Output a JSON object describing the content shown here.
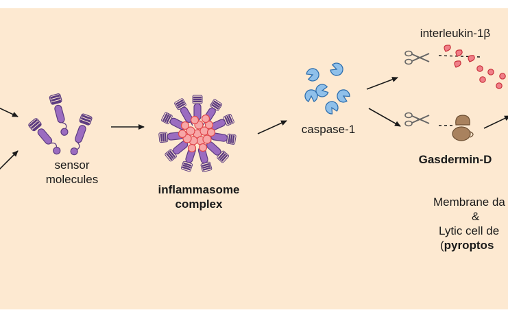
{
  "labels": {
    "sensor_line1": "sensor",
    "sensor_line2": "molecules",
    "inflammasome_line1": "inflammasome",
    "inflammasome_line2": "complex",
    "caspase": "caspase-1",
    "interleukin": "interleukin-1β",
    "gasdermin": "Gasdermin-D",
    "outcome_line1": "Membrane da",
    "outcome_line2": "&",
    "outcome_line3": "Lytic cell de",
    "outcome_line4_open": "(",
    "outcome_line4_bold": "pyroptos"
  },
  "colors": {
    "background": "#fde9d1",
    "sensor_purple": "#9b6cc0",
    "sensor_stroke": "#5c3b80",
    "core_fill": "#f7a7a7",
    "core_stroke": "#e0474c",
    "caspase_blue": "#8fc0ea",
    "caspase_stroke": "#2f6fae",
    "il1b_fill": "#f07f88",
    "il1b_stroke": "#c8313c",
    "gasdermin_brown": "#a9825e",
    "arrow": "#1a1a1a"
  },
  "icons": [
    "arrow-icon",
    "scissors-icon",
    "caspase-icon",
    "sensor-molecule-icon"
  ]
}
